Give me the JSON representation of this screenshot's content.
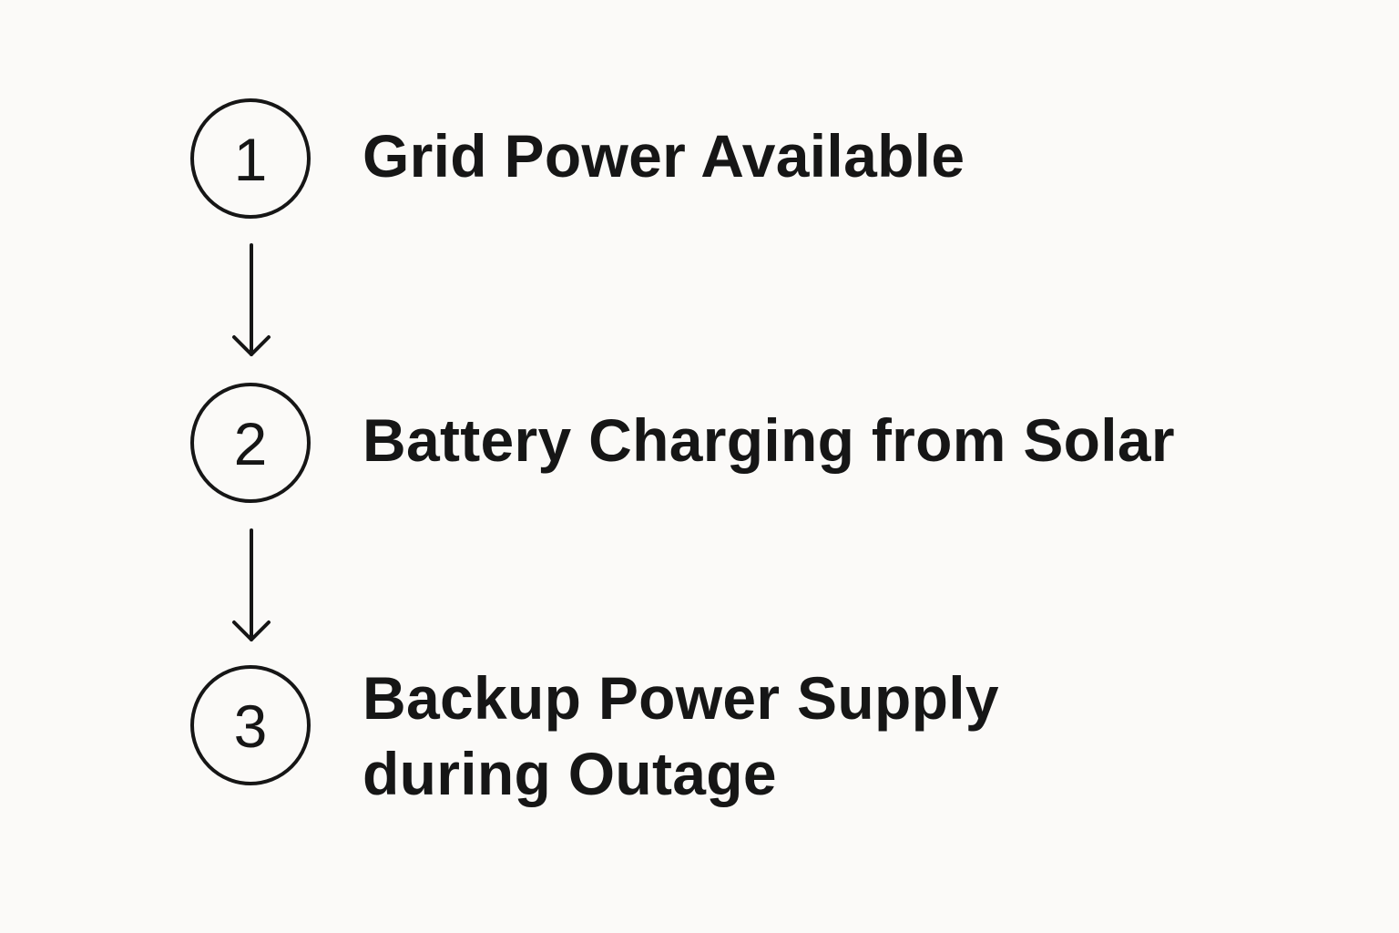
{
  "steps": [
    {
      "number": "1",
      "label": "Grid Power Available"
    },
    {
      "number": "2",
      "label": "Battery Charging from Solar"
    },
    {
      "number": "3",
      "label": "Backup Power Supply\nduring Outage"
    }
  ],
  "colors": {
    "background": "#fbfaf8",
    "ink": "#161616"
  },
  "icons": {
    "connector": "arrow-down-icon",
    "badge": "circle-outline"
  }
}
